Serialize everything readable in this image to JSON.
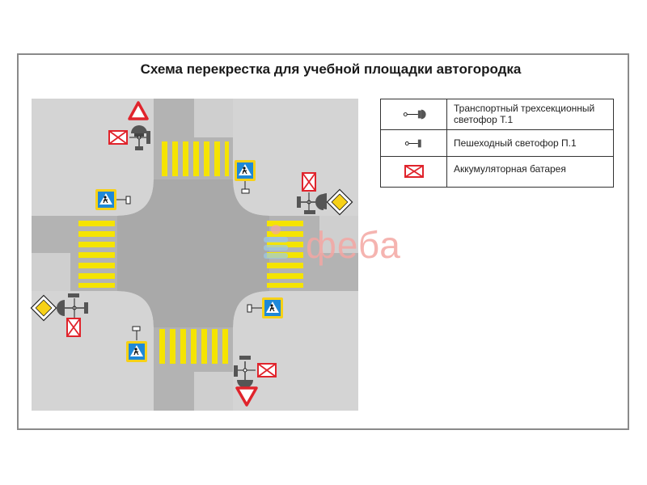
{
  "title": "Схема перекрестка для учебной площадки автогородка",
  "legend": {
    "items": [
      {
        "text": "Транспортный  трехсекционный светофор Т.1",
        "icon": "traffic-light-t1-icon"
      },
      {
        "text": "Пешеходный светофор П.1",
        "icon": "pedestrian-light-p1-icon"
      },
      {
        "text": "Аккумуляторная батарея",
        "icon": "battery-icon"
      }
    ]
  },
  "watermark": "феба",
  "colors": {
    "road": "#b3b3b3",
    "intersection": "#a9a9a9",
    "corner": "#d4d4d4",
    "crosswalk": "#f5e400",
    "battery": "#e0242c",
    "sign_blue": "#1e88d8",
    "sign_yellow": "#f7d117",
    "frame": "#8a8a8a"
  }
}
